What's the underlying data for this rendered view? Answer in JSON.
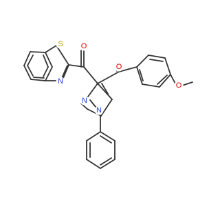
{
  "molecule": {
    "atoms": {
      "sulfur": {
        "symbol": "S",
        "color": "#b8a000"
      },
      "oxygen": {
        "symbol": "O",
        "color": "#e00000"
      },
      "nitrogen": {
        "symbol": "N",
        "color": "#2040e0"
      }
    }
  }
}
